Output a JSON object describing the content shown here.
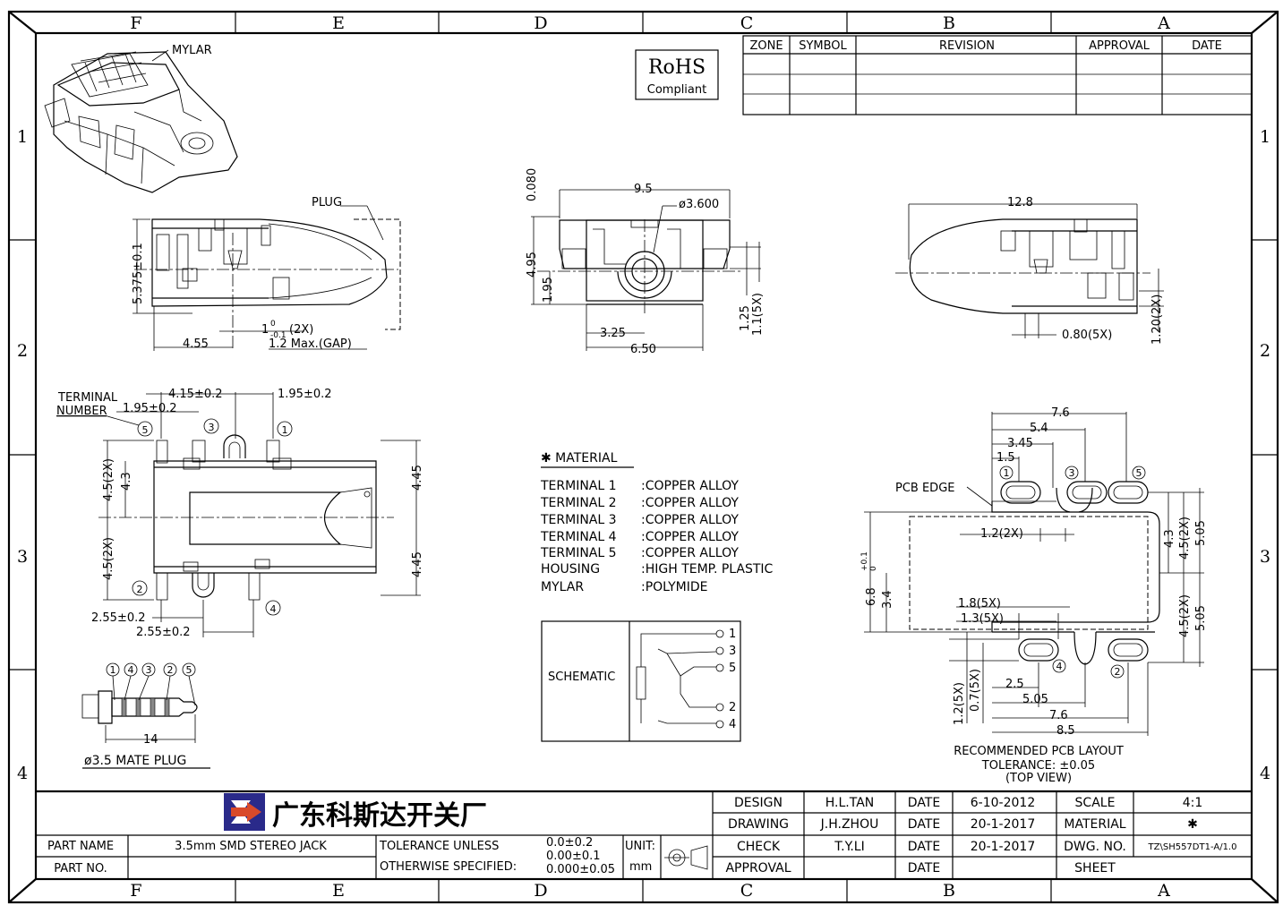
{
  "zones_top": [
    "F",
    "E",
    "D",
    "C",
    "B",
    "A"
  ],
  "zones_side": [
    "1",
    "2",
    "3",
    "4"
  ],
  "rohs": {
    "line1": "RoHS",
    "line2": "Compliant"
  },
  "revision_table": {
    "headers": [
      "ZONE",
      "SYMBOL",
      "REVISION",
      "APPROVAL",
      "DATE"
    ]
  },
  "iso_view": {
    "mylar_label": "MYLAR"
  },
  "side_view": {
    "plug_label": "PLUG",
    "dim_height": "5.375±0.1",
    "dim_left": "4.55",
    "dim_tol_main": "1",
    "dim_tol_upper": "0",
    "dim_tol_lower": "-0.1",
    "dim_tol_suffix": "(2X)",
    "dim_gap": "1.2 Max.(GAP)"
  },
  "front_view": {
    "dim_top": "0.080",
    "dim_width": "9.5",
    "dim_hole": "ø3.600",
    "dim_height": "4.95",
    "dim_center": "1.95",
    "dim_left": "3.25",
    "dim_base": "6.50",
    "dim_r1": "1.25",
    "dim_r2": "1.1(5X)"
  },
  "right_view": {
    "dim_length": "12.8",
    "dim_pin": "0.80(5X)",
    "dim_height": "1.20(2X)"
  },
  "top_view": {
    "terminal_label_1": "TERMINAL",
    "terminal_label_2": "NUMBER",
    "dim_a": "4.15±0.2",
    "dim_b": "1.95±0.2",
    "dim_c": "1.95±0.2",
    "dim_d": "4.5(2X)",
    "dim_e": "4.3",
    "dim_f": "4.5(2X)",
    "dim_g": "4.45",
    "dim_h": "4.45",
    "dim_i": "2.55±0.2",
    "dim_j": "2.55±0.2",
    "pins": [
      "5",
      "3",
      "1",
      "2",
      "4"
    ]
  },
  "mate_plug": {
    "pins": [
      "1",
      "4",
      "3",
      "2",
      "5"
    ],
    "dim_len": "14",
    "caption": "ø3.5 MATE PLUG"
  },
  "material": {
    "title": "✱ MATERIAL",
    "rows": [
      {
        "name": "TERMINAL 1",
        "value": ":COPPER ALLOY"
      },
      {
        "name": "TERMINAL 2",
        "value": ":COPPER ALLOY"
      },
      {
        "name": "TERMINAL 3",
        "value": ":COPPER ALLOY"
      },
      {
        "name": "TERMINAL 4",
        "value": ":COPPER ALLOY"
      },
      {
        "name": "TERMINAL 5",
        "value": ":COPPER ALLOY"
      },
      {
        "name": "HOUSING",
        "value": ":HIGH TEMP. PLASTIC"
      },
      {
        "name": "MYLAR",
        "value": ":POLYMIDE"
      }
    ]
  },
  "schematic": {
    "label": "SCHEMATIC",
    "pins": [
      "1",
      "3",
      "5",
      "2",
      "4"
    ]
  },
  "pcb_layout": {
    "edge_label": "PCB EDGE",
    "d_76": "7.6",
    "d_54": "5.4",
    "d_345": "3.45",
    "d_15": "1.5",
    "d_12": "1.2(2X)",
    "d_43": "4.3",
    "d_45a": "4.5(2X)",
    "d_505a": "5.05",
    "d_68": "6.8",
    "d_68_tol_upper": "+0.1",
    "d_68_tol_lower": "0",
    "d_34": "3.4",
    "d_18": "1.8(5X)",
    "d_13": "1.3(5X)",
    "d_45b": "4.5(2X)",
    "d_505b": "5.05",
    "d_12_5x": "1.2(5X)",
    "d_07": "0.7(5X)",
    "d_25": "2.5",
    "d_505c": "5.05",
    "d_76b": "7.6",
    "d_85": "8.5",
    "pins": [
      "1",
      "3",
      "5",
      "4",
      "2"
    ],
    "caption_1": "RECOMMENDED PCB LAYOUT",
    "caption_2": "TOLERANCE: ±0.05",
    "caption_3": "(TOP VIEW)"
  },
  "title_block": {
    "company": "广东科斯达开关厂",
    "part_name_label": "PART NAME",
    "part_name": "3.5mm SMD STEREO JACK",
    "part_no_label": "PART NO.",
    "tol_label_1": "TOLERANCE UNLESS",
    "tol_label_2": "OTHERWISE SPECIFIED:",
    "tol_1": "0.0±0.2",
    "tol_2": "0.00±0.1",
    "tol_3": "0.000±0.05",
    "unit_label": "UNIT:",
    "unit": "mm",
    "design_label": "DESIGN",
    "design": "H.L.TAN",
    "drawing_label": "DRAWING",
    "drawing": "J.H.ZHOU",
    "check_label": "CHECK",
    "check": "T.Y.LI",
    "approval_label": "APPROVAL",
    "date_label": "DATE",
    "date_1": "6-10-2012",
    "date_2": "20-1-2017",
    "date_3": "20-1-2017",
    "scale_label": "SCALE",
    "scale": "4:1",
    "material_label": "MATERIAL",
    "material": "✱",
    "dwg_label": "DWG. NO.",
    "dwg": "TZ\\SH557DT1-A/1.0",
    "sheet_label": "SHEET"
  }
}
